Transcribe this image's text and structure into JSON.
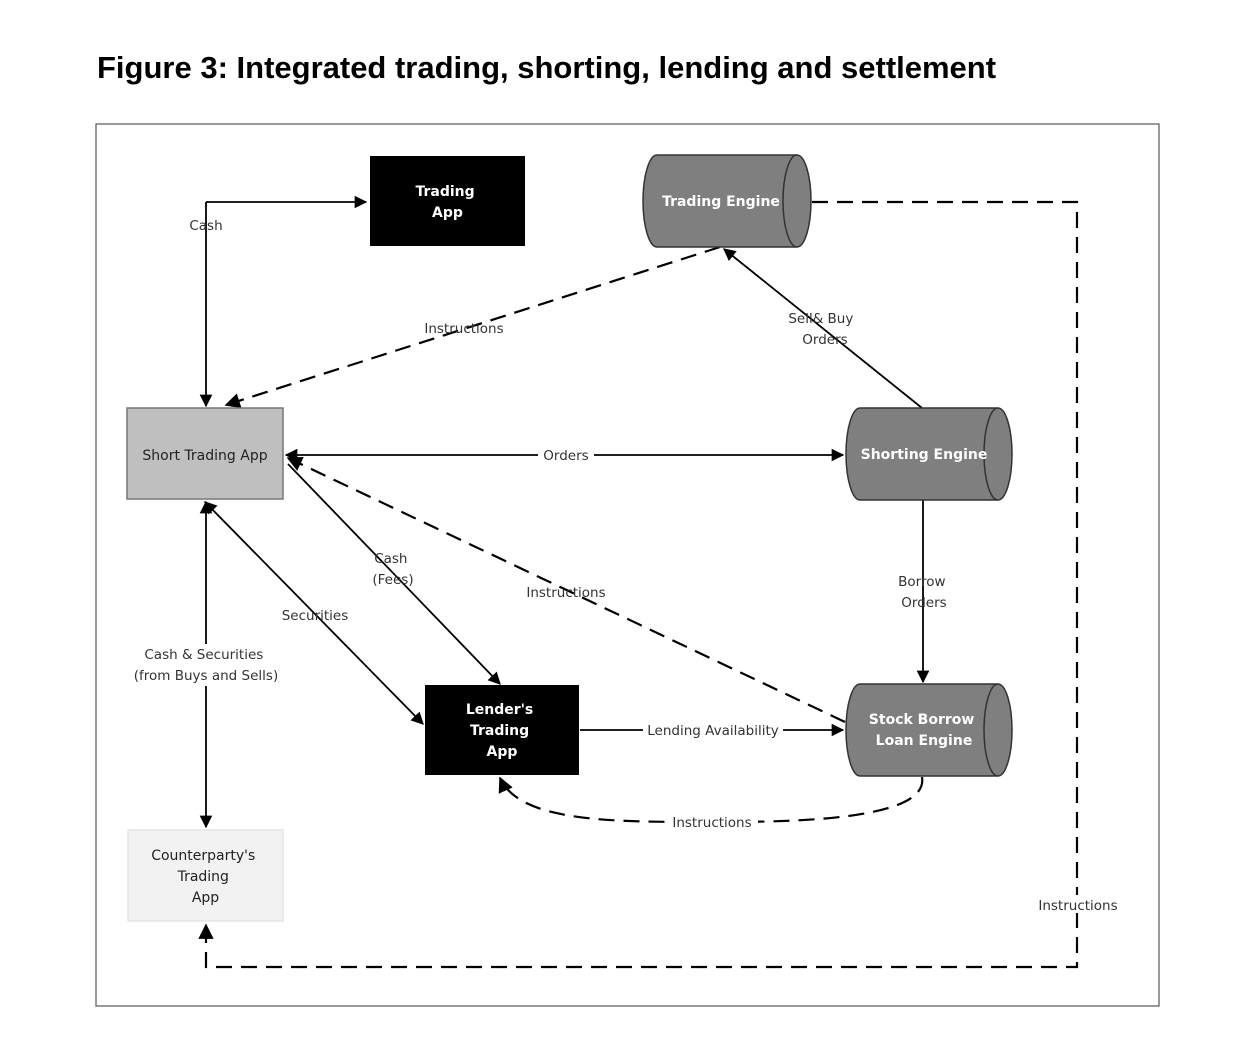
{
  "figure": {
    "title": "Figure 3: Integrated trading, shorting, lending and settlement"
  },
  "colors": {
    "dark_node": "#000000",
    "engine_fill": "#7f7f7f",
    "short_app_fill": "#bfbfbf",
    "counterparty_fill": "#f2f2f2",
    "edge": "#000000"
  },
  "nodes": {
    "trading_app": [
      "Trading",
      "App"
    ],
    "trading_engine": [
      "Trading Engine"
    ],
    "short_trading_app": [
      "Short Trading App"
    ],
    "shorting_engine": [
      "Shorting Engine"
    ],
    "lenders_trading_app": [
      "Lender's",
      "Trading",
      "App"
    ],
    "stock_borrow_engine": [
      "Stock Borrow",
      "Loan Engine"
    ],
    "counterparty_app": [
      "Counterparty's",
      "Trading",
      "App"
    ]
  },
  "edges": {
    "cash": [
      "Cash"
    ],
    "instructions_top": [
      "Instructions"
    ],
    "sell_buy_orders": [
      "Sell& Buy",
      "Orders"
    ],
    "orders": [
      "Orders"
    ],
    "cash_fees": [
      "Cash",
      "(Fees)"
    ],
    "instructions_mid": [
      "Instructions"
    ],
    "securities": [
      "Securities"
    ],
    "borrow_orders": [
      "Borrow",
      "Orders"
    ],
    "cash_securities": [
      "Cash & Securities",
      "(from Buys and Sells)"
    ],
    "lending_availability": [
      "Lending Availability"
    ],
    "instructions_bottom": [
      "Instructions"
    ],
    "instructions_right": [
      "Instructions"
    ]
  }
}
